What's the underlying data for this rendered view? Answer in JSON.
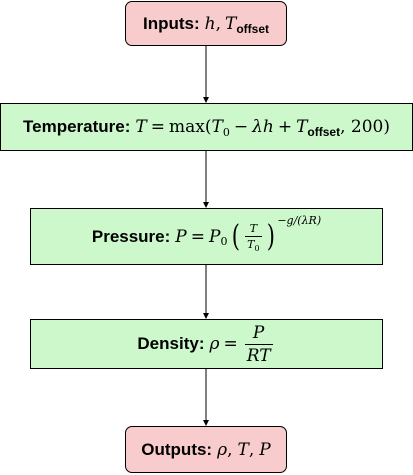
{
  "colors": {
    "terminal_fill": "#f8cccc",
    "process_fill": "#ccf8cc",
    "border": "#000000",
    "arrow": "#000000"
  },
  "nodes": {
    "inputs": {
      "label": "Inputs:",
      "h": "h",
      "T": "T",
      "offset": "offset",
      "comma": ","
    },
    "temperature": {
      "label": "Temperature:",
      "T": "T",
      "eq": "=",
      "max": "max(",
      "T0": "T",
      "zero": "0",
      "minus": "−",
      "lambda_h": "λh",
      "plus": "+",
      "T2": "T",
      "offset": "offset",
      "tail": ", 200)"
    },
    "pressure": {
      "label": "Pressure:",
      "P": "P",
      "eq": "=",
      "P0": "P",
      "zero": "0",
      "T_num": "T",
      "T_den": "T",
      "den_zero": "0",
      "lparen": "(",
      "rparen": ")",
      "exponent": "−g/(λR)"
    },
    "density": {
      "label": "Density:",
      "rho": "ρ",
      "eq": "=",
      "num": "P",
      "den": "RT"
    },
    "outputs": {
      "label": "Outputs:",
      "rho": "ρ",
      "T": "T",
      "P": "P",
      "sep": ","
    }
  }
}
